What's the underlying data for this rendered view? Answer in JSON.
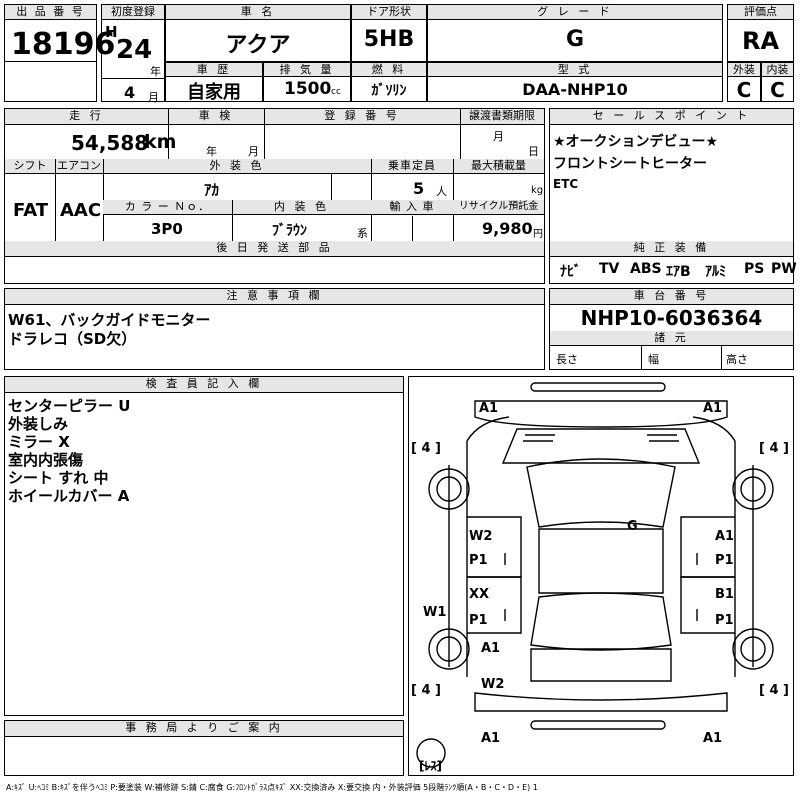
{
  "header": {
    "lot_label": "出 品 番 号",
    "lot_value": "18196",
    "first_reg_label": "初度登録",
    "era": "H",
    "first_reg_year": "24",
    "year_unit": "年",
    "first_reg_month": "4",
    "month_unit": "月",
    "name_label": "車 名",
    "name_value": "アクア",
    "door_label": "ドア形状",
    "door_value": "5HB",
    "grade_label": "グ レ ー ド",
    "grade_value": "G",
    "score_label": "評価点",
    "score_value": "RA",
    "history_label": "車 歴",
    "history_value": "自家用",
    "displacement_label": "排 気 量",
    "displacement_value": "1500",
    "displacement_unit": "cc",
    "fuel_label": "燃 料",
    "fuel_value": "ｶﾞｿﾘﾝ",
    "model_label": "型 式",
    "model_value": "DAA-NHP10",
    "exterior_grade_label": "外装",
    "exterior_grade_value": "C",
    "interior_grade_label": "内装",
    "interior_grade_value": "C"
  },
  "row2": {
    "mileage_label": "走 行",
    "mileage_value": "54,588",
    "mileage_unit": "km",
    "inspection_label": "車 検",
    "inspection_year_unit": "年",
    "inspection_month_unit": "月",
    "registration_label": "登 録 番 号",
    "transfer_label": "譲渡書類期限",
    "transfer_month_unit": "月",
    "transfer_day_unit": "日",
    "shift_label": "シフト",
    "shift_value": "FAT",
    "ac_label": "エアコン",
    "ac_value": "AAC",
    "color_label": "外 装 色",
    "color_value": "ｱｶ",
    "capacity_label": "乗車定員",
    "capacity_value": "5",
    "capacity_unit": "人",
    "max_load_label": "最大積載量",
    "max_load_unit": "kg",
    "color_no_label": "カ ラ ー Ｎｏ．",
    "color_no_value": "3P0",
    "interior_color_label": "内 装 色",
    "interior_color_value": "ﾌﾞﾗｳﾝ",
    "interior_color_suffix": "系",
    "import_label": "輸 入 車",
    "recycle_label": "リサイクル預託金",
    "recycle_value": "9,980",
    "recycle_unit": "円",
    "later_parts_label": "後 日 発 送 部 品"
  },
  "sales_points": {
    "label": "セ ー ル ス ポ イ ン ト",
    "lines": [
      "★オークションデビュー★",
      "フロントシートヒーター",
      "ETC"
    ]
  },
  "equipment": {
    "label": "純 正 装 備",
    "items": [
      "ﾅﾋﾞ",
      "TV",
      "ABS",
      "ｴｱB",
      "ｱﾙﾐ",
      "PS",
      "PW"
    ]
  },
  "notes": {
    "label": "注 意 事 項 欄",
    "lines": [
      "W61、バックガイドモニター",
      "ドラレコ（SD欠）"
    ]
  },
  "chassis": {
    "label": "車 台 番 号",
    "value": "NHP10-6036364",
    "spec_label": "諸 元",
    "length_label": "長さ",
    "width_label": "幅",
    "height_label": "高さ"
  },
  "inspector": {
    "label": "検 査 員 記 入 欄",
    "lines": [
      "センターピラー U",
      "外装しみ",
      "ミラー X",
      "室内内張傷",
      "シート すれ 中",
      "ホイールカバー A"
    ]
  },
  "office": {
    "label": "事 務 局 よ り ご 案 内"
  },
  "diagram": {
    "marks": {
      "front_left_corner": "A1",
      "front_right_corner": "A1",
      "tire_front_left": "[ 4 ]",
      "tire_front_right": "[ 4 ]",
      "tire_rear_left": "[ 4 ]",
      "tire_rear_right": "[ 4 ]",
      "roof_glass": "G",
      "front_door_left_1": "W2",
      "front_door_left_2": "P1",
      "rear_door_left_1": "XX",
      "rear_door_left_2": "P1",
      "rocker_left": "W1",
      "rear_fender_left_1": "A1",
      "rear_fender_left_2": "W2",
      "front_door_right_1": "A1",
      "front_door_right_2": "P1",
      "rear_door_right_1": "B1",
      "rear_door_right_2": "P1",
      "rear_bumper_left": "A1",
      "rear_bumper_right": "A1",
      "spare": "[ﾚｽ]"
    }
  },
  "legend": "A:ｷｽﾞ U:ﾍｺﾐ B:ｷｽﾞを伴うﾍｺﾐ P:要塗装 W:補修跡 S:錆 C:腐食 G:ﾌﾛﾝﾄｶﾞﾗｽ点ｷｽﾞ XX:交換済み X:要交換 内・外装評価 5段階ﾗﾝｸ順(A・B・C・D・E) 1"
}
